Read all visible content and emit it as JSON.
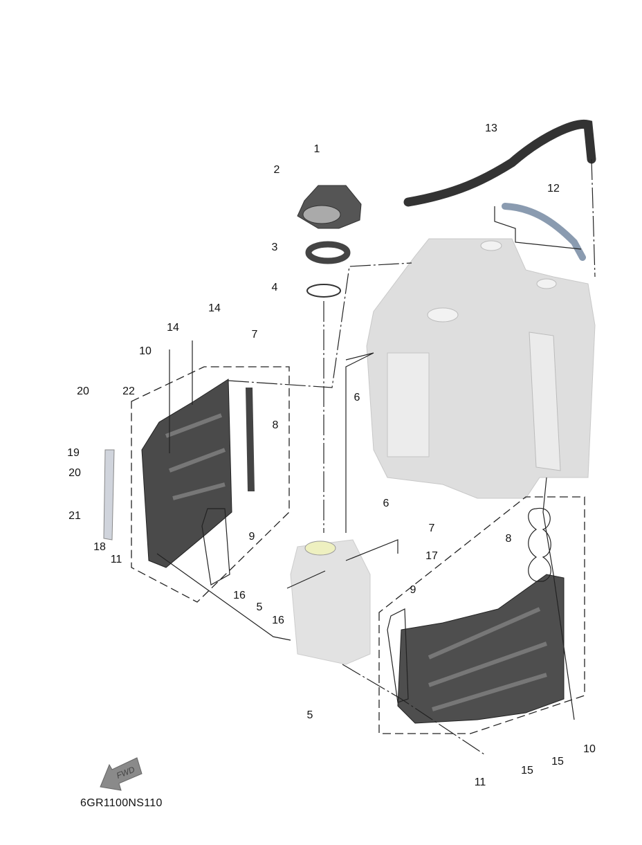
{
  "diagram_code": "6GR1100NS110",
  "fwd_label": "FWD",
  "callouts": [
    "1",
    "2",
    "3",
    "4",
    "13",
    "12",
    "14",
    "14",
    "7",
    "10",
    "20",
    "22",
    "8",
    "6",
    "6",
    "19",
    "20",
    "21",
    "18",
    "11",
    "9",
    "16",
    "5",
    "16",
    "17",
    "7",
    "8",
    "9",
    "5",
    "10",
    "15",
    "15",
    "11"
  ],
  "colors": {
    "engine_block": "#dcdcdc",
    "manifold": "#4a4a4a",
    "hose": "#333333",
    "tube": "#8a9bb0",
    "throttle_body": "#e4e4e4"
  }
}
